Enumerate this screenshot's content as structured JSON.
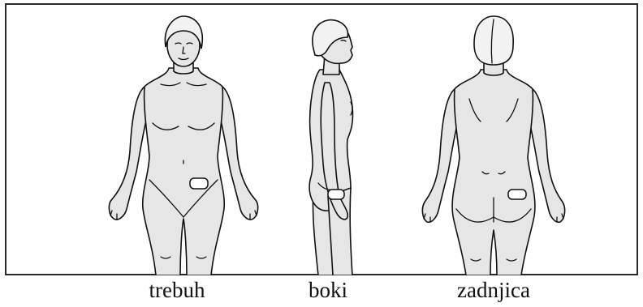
{
  "labels": {
    "front": "trebuh",
    "side": "boki",
    "back": "zadnjica"
  },
  "colors": {
    "skin": "#e6e6e6",
    "hair": "#f2f2f2",
    "outline": "#111111",
    "frame": "#2a2a2a"
  }
}
